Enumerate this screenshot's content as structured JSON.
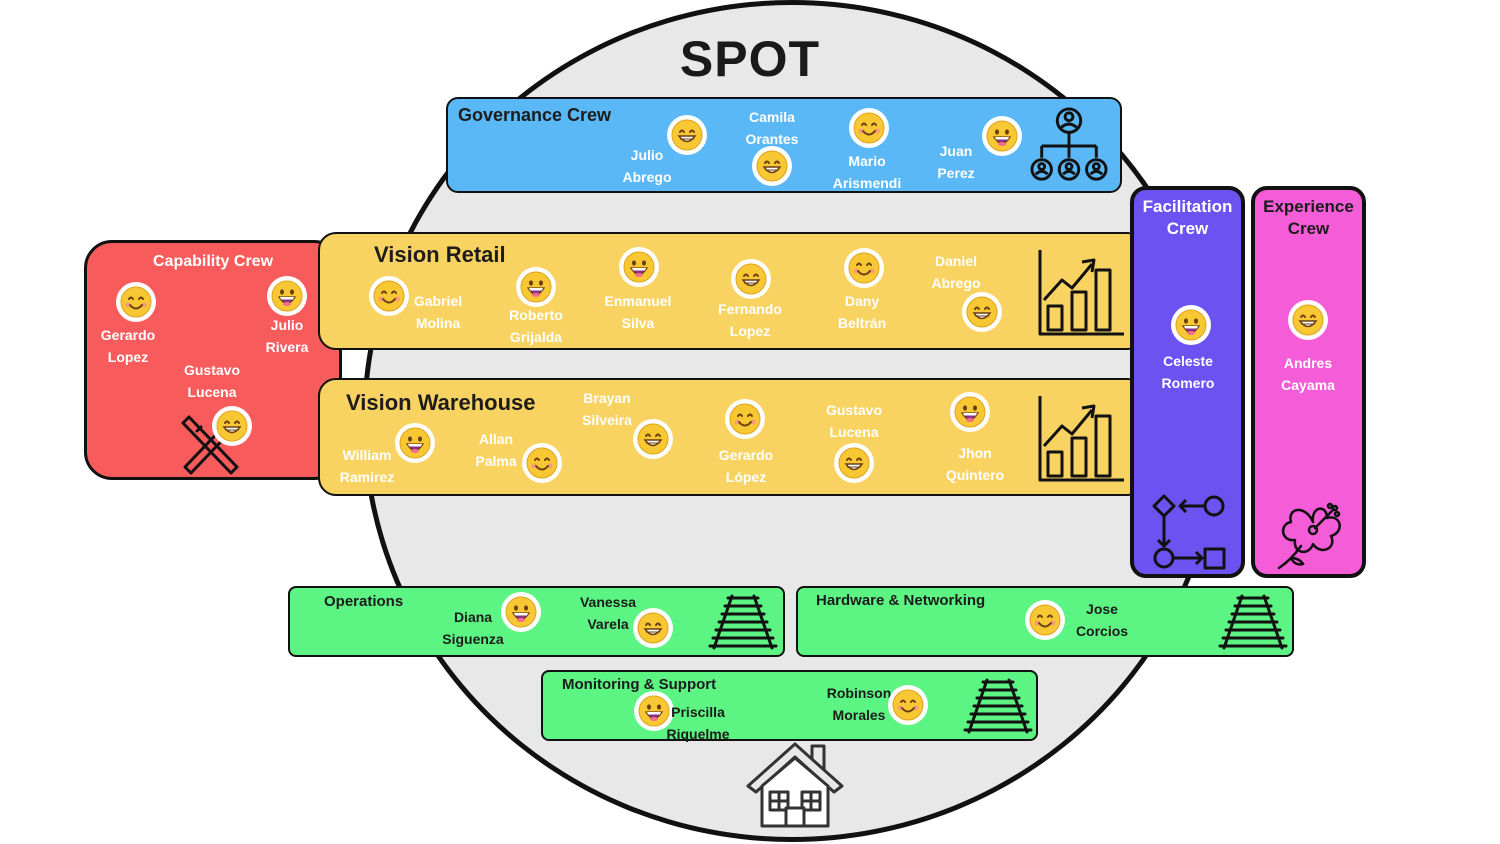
{
  "title": "SPOT",
  "colors": {
    "governance": "#5ab8f7",
    "vision": "#f9d362",
    "capability": "#f75b5b",
    "facilitation": "#6d52f2",
    "experience": "#f45cd8",
    "platform": "#5cf584",
    "circle": "#e8e8e8"
  },
  "crews": {
    "governance": {
      "label": "Governance Crew",
      "icon": "org-chart-icon",
      "members": [
        {
          "first": "Julio",
          "last": "Abrego",
          "emoji": "grin"
        },
        {
          "first": "Camila",
          "last": "Orantes",
          "emoji": "grin"
        },
        {
          "first": "Mario",
          "last": "Arismendi",
          "emoji": "smile"
        },
        {
          "first": "Juan",
          "last": "Perez",
          "emoji": "laugh"
        }
      ]
    },
    "capability": {
      "label": "Capability Crew",
      "icon": "tools-icon",
      "members": [
        {
          "first": "Gerardo",
          "last": "Lopez",
          "emoji": "smile"
        },
        {
          "first": "Julio",
          "last": "Rivera",
          "emoji": "laugh"
        },
        {
          "first": "Gustavo",
          "last": "Lucena",
          "emoji": "grin"
        }
      ]
    },
    "vision_retail": {
      "label": "Vision Retail",
      "icon": "growth-chart-icon",
      "members": [
        {
          "first": "Gabriel",
          "last": "Molina",
          "emoji": "smile"
        },
        {
          "first": "Roberto",
          "last": "Grijalda",
          "emoji": "laugh"
        },
        {
          "first": "Enmanuel",
          "last": "Silva",
          "emoji": "laugh"
        },
        {
          "first": "Fernando",
          "last": "Lopez",
          "emoji": "grin"
        },
        {
          "first": "Dany",
          "last": "Beltrán",
          "emoji": "smile"
        },
        {
          "first": "Daniel",
          "last": "Abrego",
          "emoji": "grin"
        }
      ]
    },
    "vision_warehouse": {
      "label": "Vision Warehouse",
      "icon": "growth-chart-icon",
      "members": [
        {
          "first": "William",
          "last": "Ramirez",
          "emoji": "laugh"
        },
        {
          "first": "Allan",
          "last": "Palma",
          "emoji": "smile"
        },
        {
          "first": "Brayan",
          "last": "Silveira",
          "emoji": "grin"
        },
        {
          "first": "Gerardo",
          "last": "López",
          "emoji": "smile"
        },
        {
          "first": "Gustavo",
          "last": "Lucena",
          "emoji": "grin"
        },
        {
          "first": "Jhon",
          "last": "Quintero",
          "emoji": "laugh"
        }
      ]
    },
    "facilitation": {
      "label_1": "Facilitation",
      "label_2": "Crew",
      "icon": "flow-icon",
      "members": [
        {
          "first": "Celeste",
          "last": "Romero",
          "emoji": "laugh"
        }
      ]
    },
    "experience": {
      "label_1": "Experience",
      "label_2": "Crew",
      "icon": "hibiscus-icon",
      "members": [
        {
          "first": "Andres",
          "last": "Cayama",
          "emoji": "grin"
        }
      ]
    },
    "operations": {
      "label": "Operations",
      "icon": "railway-icon",
      "members": [
        {
          "first": "Diana",
          "last": "Siguenza",
          "emoji": "laugh"
        },
        {
          "first": "Vanessa",
          "last": "Varela",
          "emoji": "grin"
        }
      ]
    },
    "hardware": {
      "label": "Hardware & Networking",
      "icon": "railway-icon",
      "members": [
        {
          "first": "Jose",
          "last": "Corcios",
          "emoji": "smile"
        }
      ]
    },
    "monitoring": {
      "label": "Monitoring & Support",
      "icon": "railway-icon",
      "members": [
        {
          "first": "Priscilla",
          "last": "Riquelme",
          "emoji": "laugh"
        },
        {
          "first": "Robinson",
          "last": "Morales",
          "emoji": "smile"
        }
      ]
    }
  },
  "footer_icon": "house-icon"
}
